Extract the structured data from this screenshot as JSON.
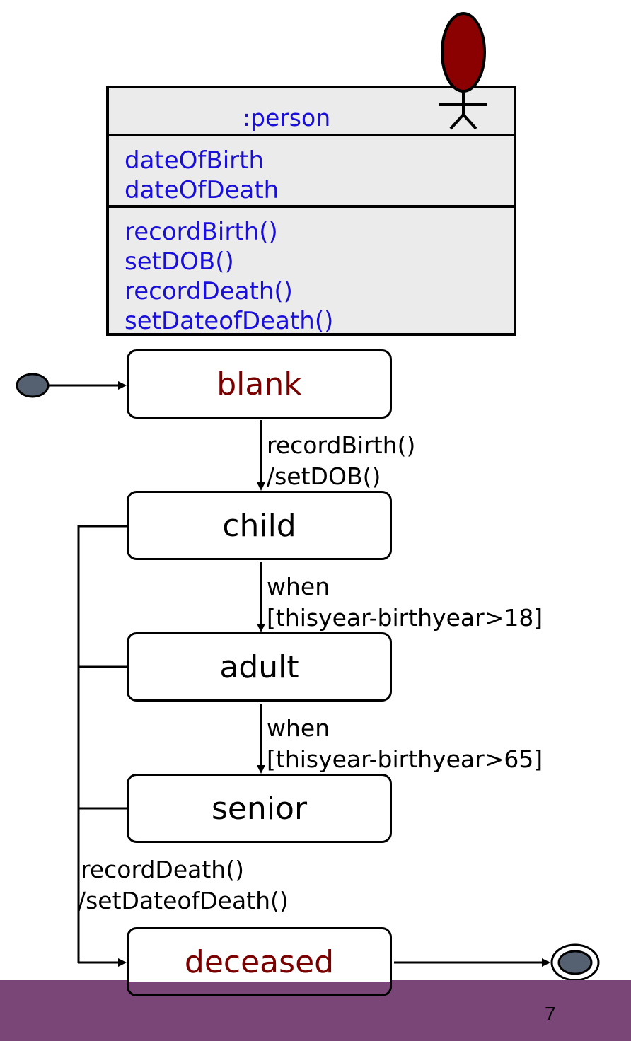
{
  "class": {
    "name": ":person",
    "attributes": [
      "dateOfBirth",
      "dateOfDeath"
    ],
    "operations": [
      "recordBirth()",
      "setDOB()",
      "recordDeath()",
      "setDateofDeath()"
    ]
  },
  "states": {
    "blank": "blank",
    "child": "child",
    "adult": "adult",
    "senior": "senior",
    "deceased": "deceased"
  },
  "transitions": {
    "blank_child": [
      "recordBirth()",
      "/setDOB()"
    ],
    "child_adult": [
      "when",
      "[thisyear-birthyear>18]"
    ],
    "adult_senior": [
      "when",
      "[thisyear-birthyear>65]"
    ],
    "to_deceased": [
      "recordDeath()",
      "/setDateofDeath()"
    ]
  },
  "colors": {
    "class_text": "#1a0fd8",
    "red_state_text": "#7a0000",
    "actor_fill": "#8b0000",
    "pseudostate_fill": "#556170",
    "footer": "#7a4577"
  },
  "footer": {
    "page_number": "7"
  }
}
